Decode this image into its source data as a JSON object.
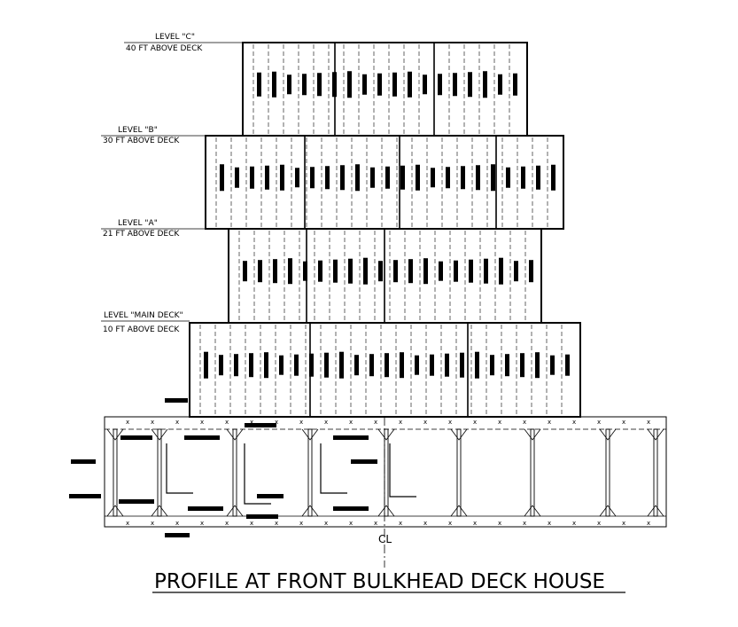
{
  "title": "PROFILE AT FRONT BULKHEAD DECK HOUSE",
  "centerline_symbol": "CL",
  "levels": [
    {
      "name": "LEVEL \"C\"",
      "height": "40 FT ABOVE DECK"
    },
    {
      "name": "LEVEL \"B\"",
      "height": "30 FT ABOVE DECK"
    },
    {
      "name": "LEVEL \"A\"",
      "height": "21 FT ABOVE DECK"
    },
    {
      "name": "LEVEL \"MAIN DECK\"",
      "height": "10 FT ABOVE DECK"
    }
  ]
}
